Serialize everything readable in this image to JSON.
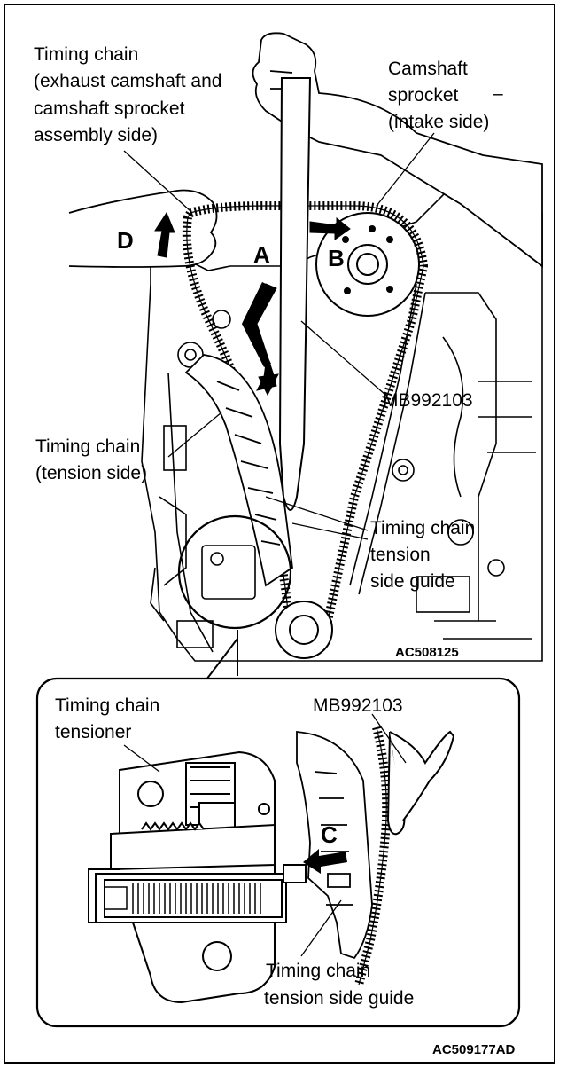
{
  "labels": {
    "timing_chain_exhaust": [
      "Timing chain",
      "(exhaust camshaft and",
      "camshaft sprocket",
      "assembly side)"
    ],
    "camshaft_sprocket": [
      "Camshaft",
      "sprocket",
      "(intake side)"
    ],
    "camshaft_dash": "–",
    "tool_top": "MB992103",
    "timing_chain_tension": [
      "Timing chain",
      "(tension side)"
    ],
    "tension_guide_top": [
      "Timing chain",
      "tension",
      "side guide"
    ],
    "fig_code_top": "AC508125",
    "tensioner": [
      "Timing chain",
      "tensioner"
    ],
    "tool_inset": "MB992103",
    "tension_guide_inset": [
      "Timing chain",
      "tension side guide"
    ],
    "fig_code_bottom": "AC509177AD"
  },
  "arrows": {
    "a": "A",
    "b": "B",
    "c": "C",
    "d": "D"
  }
}
